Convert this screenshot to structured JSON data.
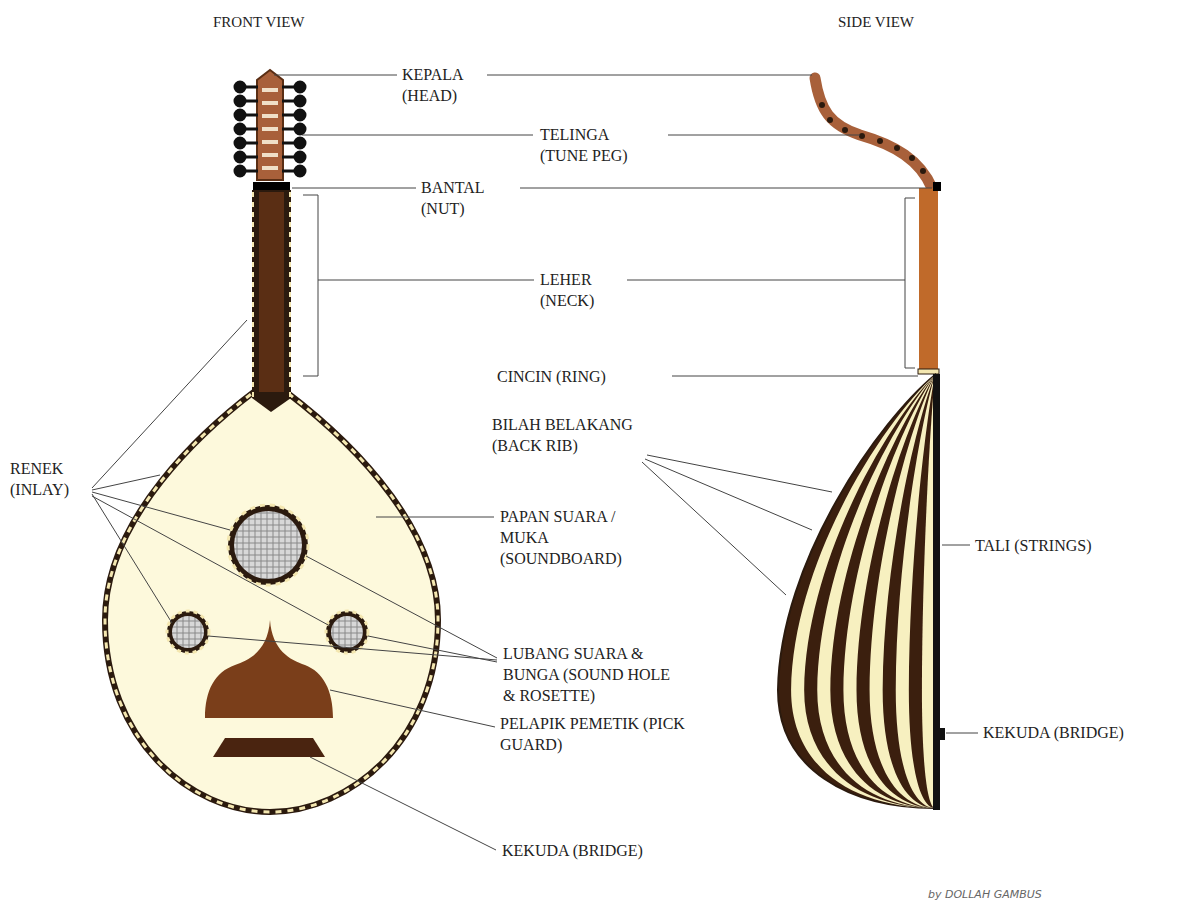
{
  "diagram": {
    "labels": [
      "FRONT VIEW",
      "SIDE VIEW",
      "KEPALA (HEAD)",
      "TELINGA (TUNE PEG)",
      "BANTAL (NUT)",
      "LEHER (NECK)",
      "CINCIN (RING)",
      "BILAH BELAKANG (BACK RIB)",
      "TALI (STRINGS)",
      "RENEK (INLAY)",
      "PAPAN SUARA / MUKA (SOUNDBOARD)",
      "LUBANG SUARA & BUNGA (SOUND HOLE & ROSETTE)",
      "PELAPIK PEMETIK (PICK GUARD)",
      "KEKUDA (BRIDGE)",
      "KEKUDA (BRIDGE)",
      "by DOLLAH GAMBUS"
    ]
  }
}
